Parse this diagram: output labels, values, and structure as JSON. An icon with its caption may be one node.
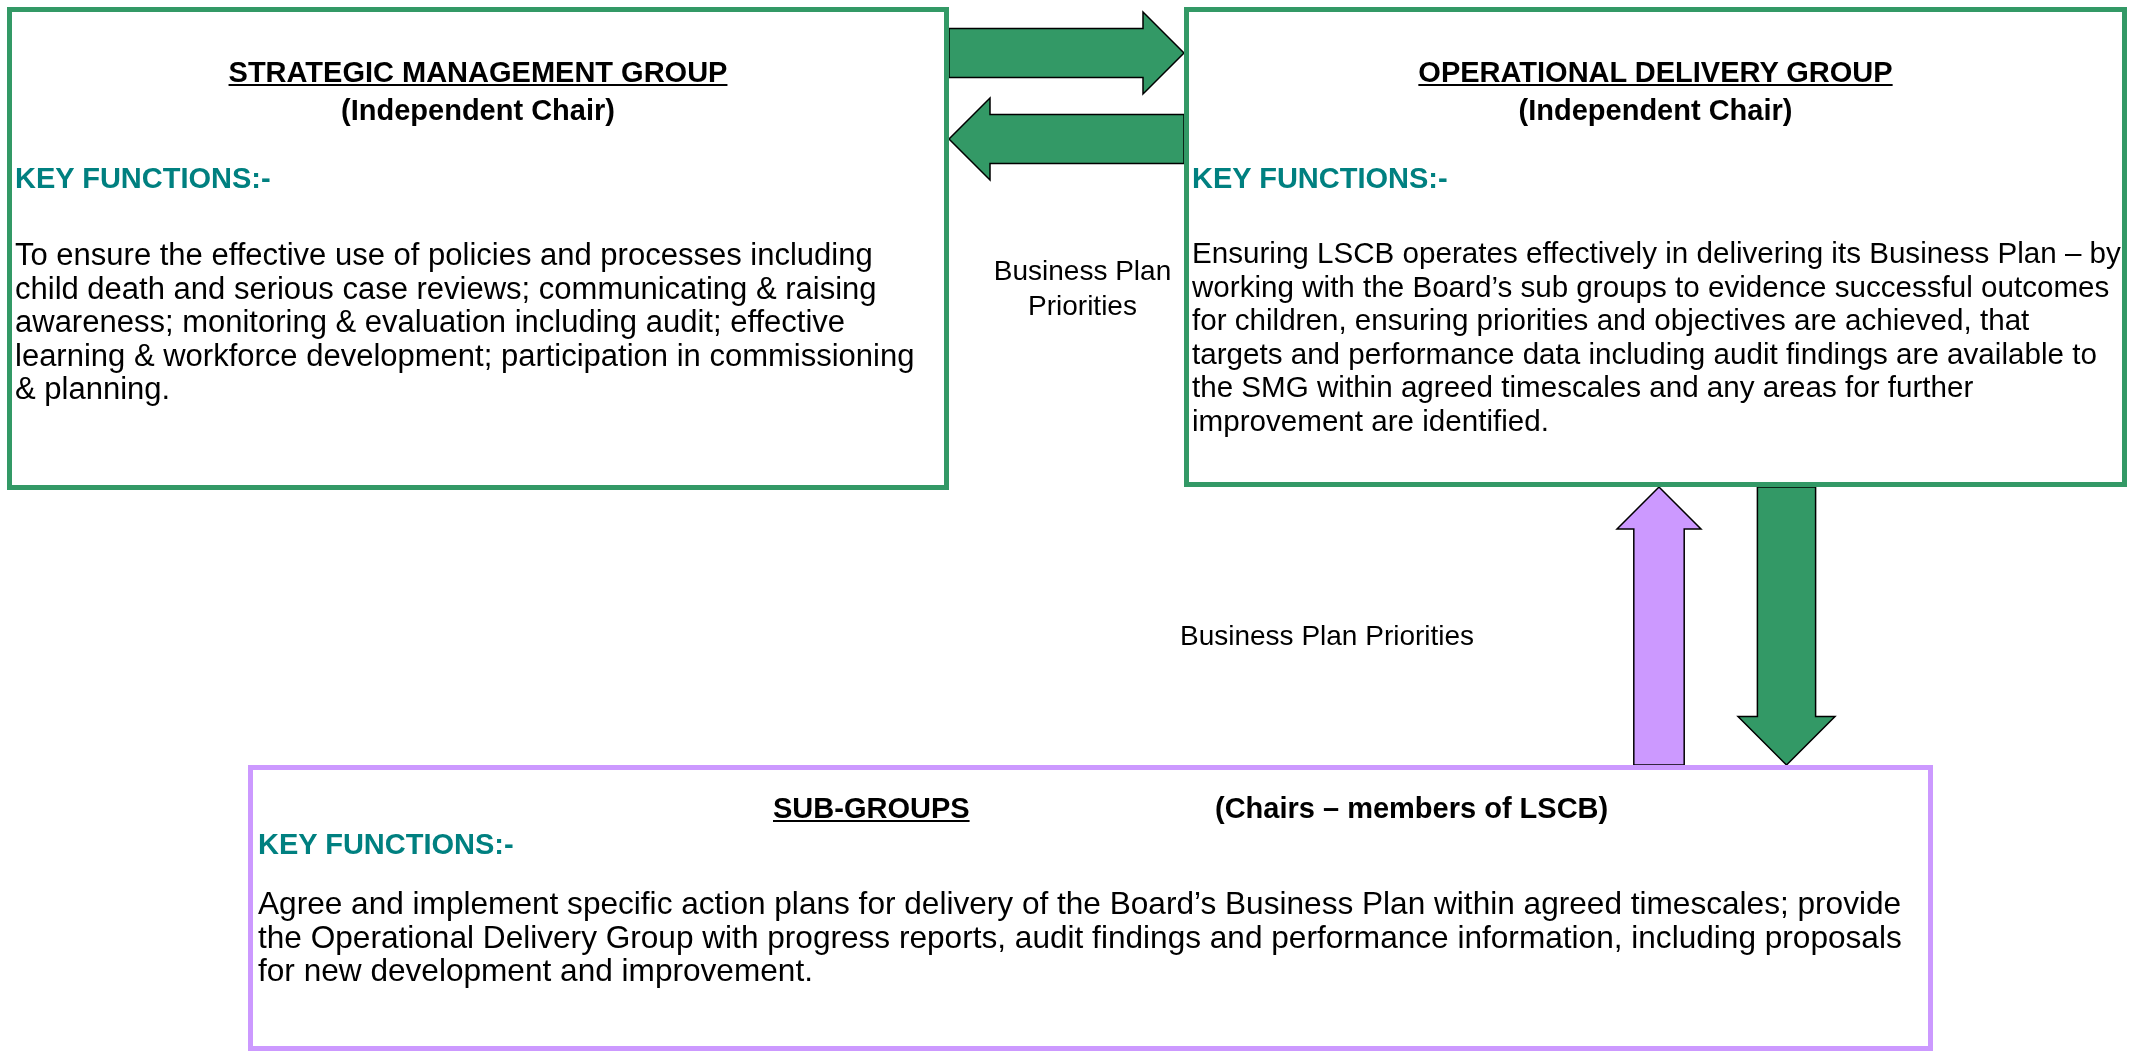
{
  "diagram": {
    "nodes": [
      {
        "text": [
          "STRATEGIC MANAGEMENT GROUP",
          "(Independent Chair)",
          "KEY FUNCTIONS:-",
          "To ensure the effective use of policies and processes including child death and serious case reviews; communicating & raising awareness; monitoring & evaluation including audit; effective learning & workforce development; participation in commissioning & planning."
        ]
      },
      {
        "text": [
          "OPERATIONAL DELIVERY GROUP",
          "(Independent Chair)",
          "KEY FUNCTIONS:-",
          "Ensuring LSCB operates effectively in delivering its Business Plan – by working with the Board’s sub groups to evidence successful outcomes for children, ensuring priorities and objectives are achieved, that targets and performance data including audit findings are available to the SMG within agreed timescales and any areas for further improvement are identified."
        ]
      },
      {
        "text": [
          "SUB-GROUPS",
          "(Chairs – members of LSCB)",
          "KEY FUNCTIONS:-",
          "Agree and implement specific action plans for delivery of the Board’s Business Plan within agreed timescales; provide the Operational Delivery Group with progress reports, audit findings and performance information, including proposals for new development and improvement."
        ]
      }
    ],
    "edges": [
      {
        "from": 0,
        "to": 1,
        "arrow": "to"
      },
      {
        "from": 1,
        "to": 0,
        "arrow": "to"
      },
      {
        "from": 2,
        "to": 1,
        "arrow": "to",
        "color": "#cc99ff"
      },
      {
        "from": 1,
        "to": 2,
        "arrow": "to"
      }
    ],
    "labels": [
      "Business Plan Priorities",
      "Business Plan Priorities"
    ]
  }
}
